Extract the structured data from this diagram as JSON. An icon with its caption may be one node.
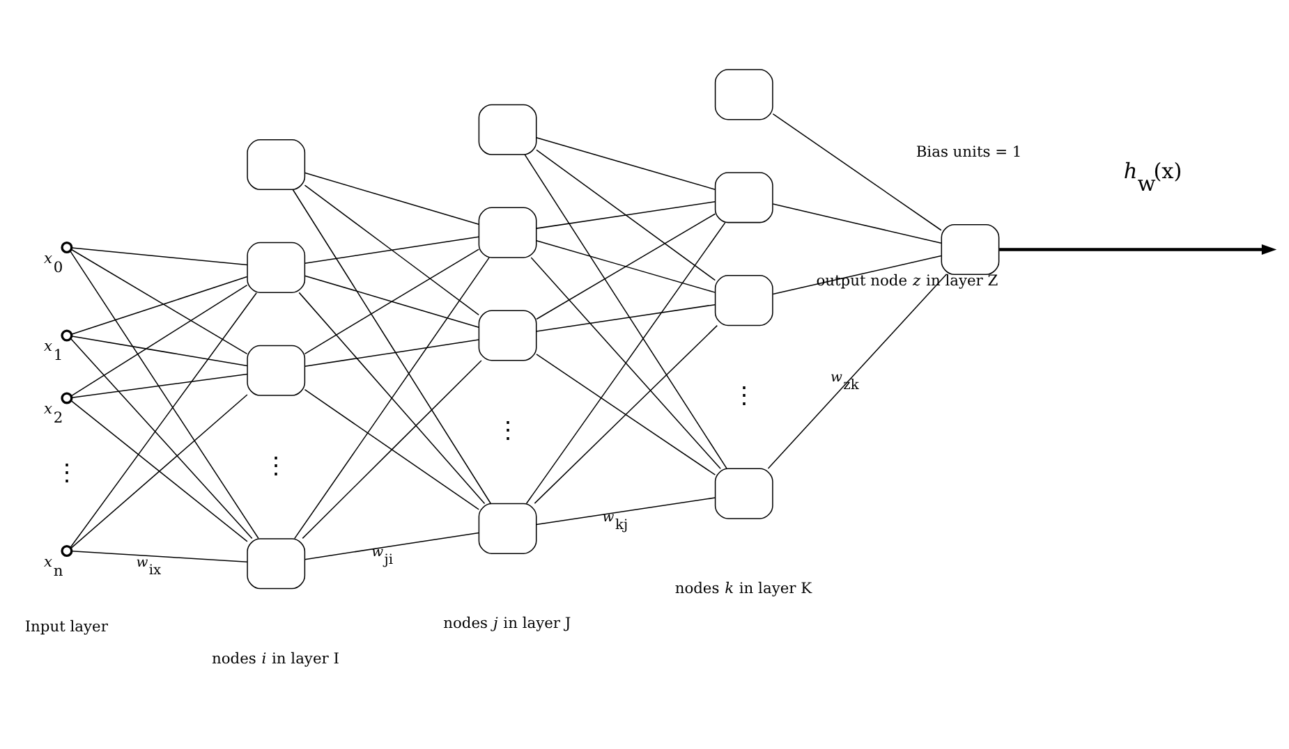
{
  "diagram": {
    "nodes": [
      {
        "text": [],
        "shape": "circle",
        "beside": [
          "*x*$_{0}$"
        ]
      },
      {
        "text": [],
        "shape": "circle",
        "beside": [
          "*x*$_{1}$"
        ]
      },
      {
        "text": [],
        "shape": "circle",
        "beside": [
          "*x*$_{2}$"
        ]
      },
      {
        "text": [],
        "shape": "circle",
        "beside": [
          "*x*$_{n}$"
        ]
      },
      {
        "text": [],
        "shape": "box"
      },
      {
        "text": [],
        "shape": "box"
      },
      {
        "text": [],
        "shape": "box"
      },
      {
        "text": [],
        "shape": "box"
      },
      {
        "text": [],
        "shape": "box"
      },
      {
        "text": [],
        "shape": "box"
      },
      {
        "text": [],
        "shape": "box"
      },
      {
        "text": [],
        "shape": "box"
      },
      {
        "text": [],
        "shape": "box"
      },
      {
        "text": [],
        "shape": "box"
      },
      {
        "text": [],
        "shape": "box"
      },
      {
        "text": [],
        "shape": "box"
      },
      {
        "text": [],
        "shape": "box",
        "beside": [
          "output node *z* in layer Z"
        ]
      }
    ],
    "edges": [
      {
        "from": 0,
        "to": 5,
        "arrow": "none"
      },
      {
        "from": 0,
        "to": 6,
        "arrow": "none"
      },
      {
        "from": 0,
        "to": 7,
        "arrow": "none"
      },
      {
        "from": 1,
        "to": 5,
        "arrow": "none"
      },
      {
        "from": 1,
        "to": 6,
        "arrow": "none"
      },
      {
        "from": 1,
        "to": 7,
        "arrow": "none"
      },
      {
        "from": 2,
        "to": 5,
        "arrow": "none"
      },
      {
        "from": 2,
        "to": 6,
        "arrow": "none"
      },
      {
        "from": 2,
        "to": 7,
        "arrow": "none"
      },
      {
        "from": 3,
        "to": 5,
        "arrow": "none"
      },
      {
        "from": 3,
        "to": 6,
        "arrow": "none"
      },
      {
        "from": 3,
        "to": 7,
        "arrow": "none",
        "label": "*w*$_{ix}$"
      },
      {
        "from": 4,
        "to": 9,
        "arrow": "none"
      },
      {
        "from": 4,
        "to": 10,
        "arrow": "none"
      },
      {
        "from": 4,
        "to": 11,
        "arrow": "none"
      },
      {
        "from": 5,
        "to": 9,
        "arrow": "none"
      },
      {
        "from": 5,
        "to": 10,
        "arrow": "none"
      },
      {
        "from": 5,
        "to": 11,
        "arrow": "none"
      },
      {
        "from": 6,
        "to": 9,
        "arrow": "none"
      },
      {
        "from": 6,
        "to": 10,
        "arrow": "none"
      },
      {
        "from": 6,
        "to": 11,
        "arrow": "none"
      },
      {
        "from": 7,
        "to": 9,
        "arrow": "none"
      },
      {
        "from": 7,
        "to": 10,
        "arrow": "none"
      },
      {
        "from": 7,
        "to": 11,
        "arrow": "none",
        "label": "*w*$_{ji}$"
      },
      {
        "from": 8,
        "to": 13,
        "arrow": "none"
      },
      {
        "from": 8,
        "to": 14,
        "arrow": "none"
      },
      {
        "from": 8,
        "to": 15,
        "arrow": "none"
      },
      {
        "from": 9,
        "to": 13,
        "arrow": "none"
      },
      {
        "from": 9,
        "to": 14,
        "arrow": "none"
      },
      {
        "from": 9,
        "to": 15,
        "arrow": "none"
      },
      {
        "from": 10,
        "to": 13,
        "arrow": "none"
      },
      {
        "from": 10,
        "to": 14,
        "arrow": "none"
      },
      {
        "from": 10,
        "to": 15,
        "arrow": "none"
      },
      {
        "from": 11,
        "to": 13,
        "arrow": "none"
      },
      {
        "from": 11,
        "to": 14,
        "arrow": "none"
      },
      {
        "from": 11,
        "to": 15,
        "arrow": "none",
        "label": "*w*$_{kj}$"
      },
      {
        "from": 12,
        "to": 16,
        "arrow": "none"
      },
      {
        "from": 13,
        "to": 16,
        "arrow": "none"
      },
      {
        "from": 14,
        "to": 16,
        "arrow": "none"
      },
      {
        "from": 15,
        "to": 16,
        "arrow": "none",
        "label": "*w*$_{zk}$"
      },
      {
        "from": 16,
        "to": null,
        "arrow": "to",
        "label": "*h*$_{w}$(x)",
        "style": "thick"
      }
    ],
    "labels": [
      "Bias units = 1",
      "Input layer",
      "nodes *i* in layer I",
      "nodes *j* in layer J",
      "nodes *k* in layer K",
      "⋮",
      "⋮",
      "⋮",
      "⋮"
    ]
  }
}
